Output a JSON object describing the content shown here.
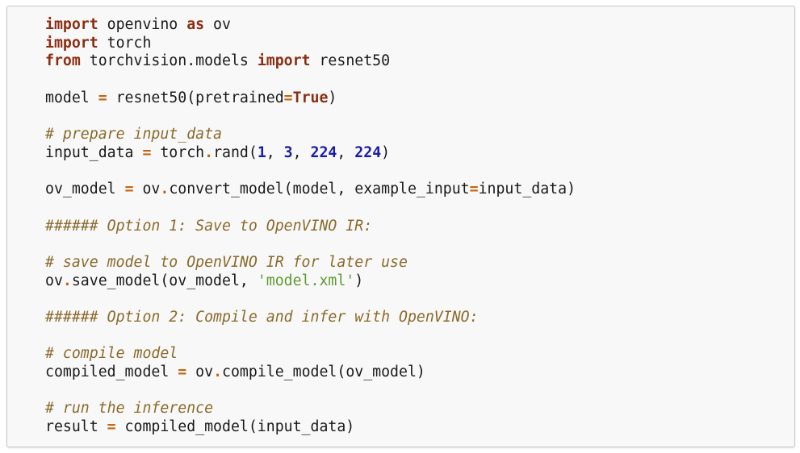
{
  "colors": {
    "panel_background": "#f8f8f8",
    "panel_border": "#c8c8c8",
    "default_text": "#1a1a1a",
    "keyword": "#8b2e12",
    "operator": "#c5650e",
    "number": "#1c1ca8",
    "string": "#5f9a31",
    "comment": "#8a6a2b"
  },
  "code": {
    "language": "python",
    "lines": [
      [
        {
          "t": "kw",
          "v": "import"
        },
        {
          "t": "tx",
          "v": " openvino "
        },
        {
          "t": "kw",
          "v": "as"
        },
        {
          "t": "tx",
          "v": " ov"
        }
      ],
      [
        {
          "t": "kw",
          "v": "import"
        },
        {
          "t": "tx",
          "v": " torch"
        }
      ],
      [
        {
          "t": "kw",
          "v": "from"
        },
        {
          "t": "tx",
          "v": " torchvision.models "
        },
        {
          "t": "kw",
          "v": "import"
        },
        {
          "t": "tx",
          "v": " resnet50"
        }
      ],
      [],
      [
        {
          "t": "tx",
          "v": "model "
        },
        {
          "t": "op",
          "v": "="
        },
        {
          "t": "tx",
          "v": " resnet50(pretrained"
        },
        {
          "t": "op",
          "v": "="
        },
        {
          "t": "kw",
          "v": "True"
        },
        {
          "t": "tx",
          "v": ")"
        }
      ],
      [],
      [
        {
          "t": "cm",
          "v": "# prepare input_data"
        }
      ],
      [
        {
          "t": "tx",
          "v": "input_data "
        },
        {
          "t": "op",
          "v": "="
        },
        {
          "t": "tx",
          "v": " torch"
        },
        {
          "t": "op",
          "v": "."
        },
        {
          "t": "tx",
          "v": "rand("
        },
        {
          "t": "num",
          "v": "1"
        },
        {
          "t": "tx",
          "v": ", "
        },
        {
          "t": "num",
          "v": "3"
        },
        {
          "t": "tx",
          "v": ", "
        },
        {
          "t": "num",
          "v": "224"
        },
        {
          "t": "tx",
          "v": ", "
        },
        {
          "t": "num",
          "v": "224"
        },
        {
          "t": "tx",
          "v": ")"
        }
      ],
      [],
      [
        {
          "t": "tx",
          "v": "ov_model "
        },
        {
          "t": "op",
          "v": "="
        },
        {
          "t": "tx",
          "v": " ov"
        },
        {
          "t": "op",
          "v": "."
        },
        {
          "t": "tx",
          "v": "convert_model(model, example_input"
        },
        {
          "t": "op",
          "v": "="
        },
        {
          "t": "tx",
          "v": "input_data)"
        }
      ],
      [],
      [
        {
          "t": "cm",
          "v": "###### Option 1: Save to OpenVINO IR:"
        }
      ],
      [],
      [
        {
          "t": "cm",
          "v": "# save model to OpenVINO IR for later use"
        }
      ],
      [
        {
          "t": "tx",
          "v": "ov"
        },
        {
          "t": "op",
          "v": "."
        },
        {
          "t": "tx",
          "v": "save_model(ov_model, "
        },
        {
          "t": "str",
          "v": "'model.xml'"
        },
        {
          "t": "tx",
          "v": ")"
        }
      ],
      [],
      [
        {
          "t": "cm",
          "v": "###### Option 2: Compile and infer with OpenVINO:"
        }
      ],
      [],
      [
        {
          "t": "cm",
          "v": "# compile model"
        }
      ],
      [
        {
          "t": "tx",
          "v": "compiled_model "
        },
        {
          "t": "op",
          "v": "="
        },
        {
          "t": "tx",
          "v": " ov"
        },
        {
          "t": "op",
          "v": "."
        },
        {
          "t": "tx",
          "v": "compile_model(ov_model)"
        }
      ],
      [],
      [
        {
          "t": "cm",
          "v": "# run the inference"
        }
      ],
      [
        {
          "t": "tx",
          "v": "result "
        },
        {
          "t": "op",
          "v": "="
        },
        {
          "t": "tx",
          "v": " compiled_model(input_data)"
        }
      ]
    ]
  }
}
